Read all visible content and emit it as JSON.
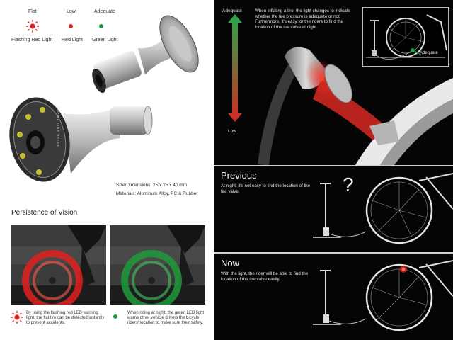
{
  "legend": {
    "flat_label": "Flat",
    "low_label": "Low",
    "adequate_label": "Adequate",
    "flashing_red": "Flashing Red Light",
    "red_light": "Red Light",
    "green_light": "Green Light",
    "colors": {
      "red": "#e0201f",
      "green": "#1f9a3a"
    }
  },
  "product": {
    "cap_ring_text": "SMART TIRE VALVE",
    "size": "Size/Dimensions: 25 x 25 x 40 mm",
    "materials": "Materials: Aluminum Alloy, PC & Rubber"
  },
  "persistence": {
    "title": "Persistence of Vision",
    "red_caption": "By using the flashing red LED warning light, the flat tire can be detected instantly to prevent accidents.",
    "green_caption": "When riding at night, the green LED light warns other vehicle drivers the bicycle riders' location to make sure their safety."
  },
  "inflate": {
    "adequate": "Adequate",
    "low": "Low",
    "description": "When inflating a tire, the light changes to indicate whether the tire pressure is adequate or not. Furthermore, it's easy for the riders to find the location of the tire valve at night.",
    "inset_label": "Adequate"
  },
  "previous": {
    "title": "Previous",
    "text": "At night, it's not easy to find the location of the tire valve.",
    "question": "?"
  },
  "now": {
    "title": "Now",
    "text": "With the light, the rider will be able to find the location of the tire valve easily."
  }
}
